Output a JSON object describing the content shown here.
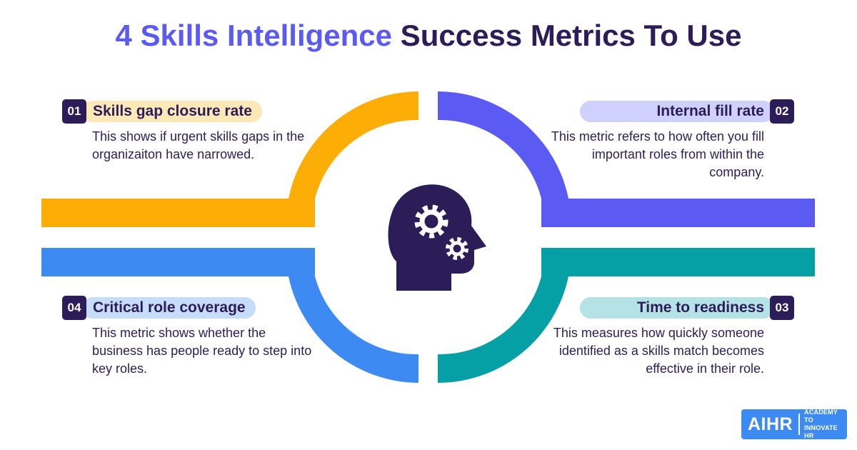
{
  "title": {
    "accent": "4 Skills Intelligence",
    "rest": " Success Metrics To Use"
  },
  "metrics": [
    {
      "number": "01",
      "label": "Skills gap closure rate",
      "description": "This shows if urgent skills gaps in the organizaiton have narrowed.",
      "color": "#fcae07",
      "label_bg": "#fde8b8"
    },
    {
      "number": "02",
      "label": "Internal fill rate",
      "description": "This metric refers to how often you fill important roles from within the company.",
      "color": "#5b5bf4",
      "label_bg": "#cfd0fb"
    },
    {
      "number": "03",
      "label": "Time to readiness",
      "description": "This measures how quickly someone identified as a skills match becomes effective in their role.",
      "color": "#059fa6",
      "label_bg": "#b4e2e5"
    },
    {
      "number": "04",
      "label": "Critical role coverage",
      "description": "This metric shows whether the business has people ready to step into key roles.",
      "color": "#3d8bf2",
      "label_bg": "#c5dcfb"
    }
  ],
  "center_icon": "head-with-gears-icon",
  "icon_color": "#2c1d59",
  "logo": {
    "brand": "AIHR",
    "tagline_line1": "ACADEMY TO",
    "tagline_line2": "INNOVATE HR",
    "color": "#3d8bf2"
  }
}
